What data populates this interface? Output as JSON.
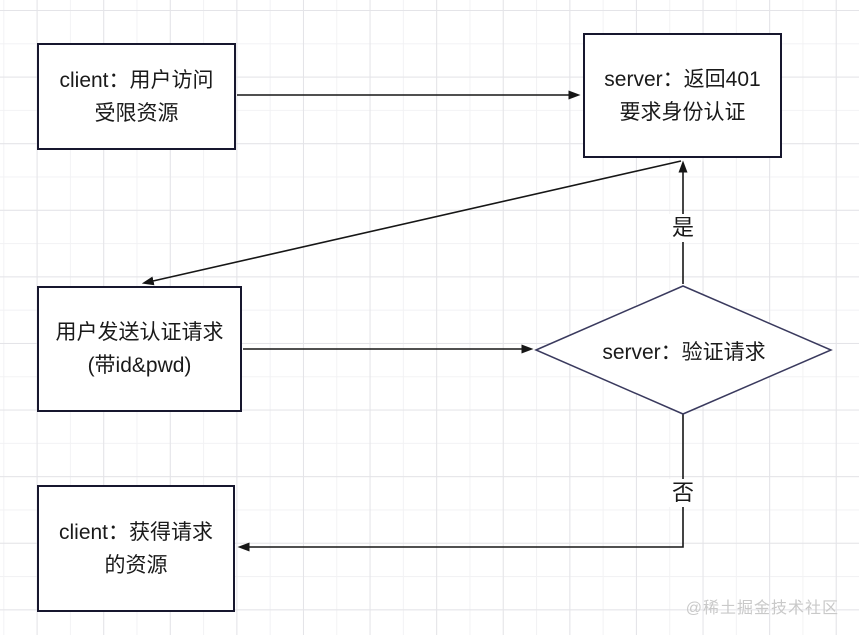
{
  "diagram": {
    "type": "flowchart",
    "topic": "HTTP 401 basic authentication flow",
    "nodes": [
      {
        "id": "client-access",
        "shape": "rect",
        "lines": [
          "client：用户访问",
          "受限资源"
        ]
      },
      {
        "id": "server-401",
        "shape": "rect",
        "lines": [
          "server：返回401",
          "要求身份认证"
        ]
      },
      {
        "id": "auth-request",
        "shape": "rect",
        "lines": [
          "用户发送认证请求",
          "(带id&pwd)"
        ]
      },
      {
        "id": "server-verify",
        "shape": "diamond",
        "lines": [
          "server：验证请求"
        ]
      },
      {
        "id": "client-resource",
        "shape": "rect",
        "lines": [
          "client：获得请求",
          "的资源"
        ]
      }
    ],
    "edges": [
      {
        "from": "client-access",
        "to": "server-401",
        "label": ""
      },
      {
        "from": "server-401",
        "to": "auth-request",
        "label": ""
      },
      {
        "from": "auth-request",
        "to": "server-verify",
        "label": ""
      },
      {
        "from": "server-verify",
        "to": "server-401",
        "label": "是"
      },
      {
        "from": "server-verify",
        "to": "client-resource",
        "label": "否"
      }
    ]
  },
  "watermark": "@稀土掘金技术社区",
  "colors": {
    "canvas-bg": "#ffffff",
    "grid-minor": "#f2f2f4",
    "grid-major": "#e4e4e8",
    "node-border": "#17172e",
    "diamond-border": "#3a3a5e",
    "arrow": "#161616",
    "text": "#1a1a1a",
    "watermark": "#c9c9c9"
  }
}
